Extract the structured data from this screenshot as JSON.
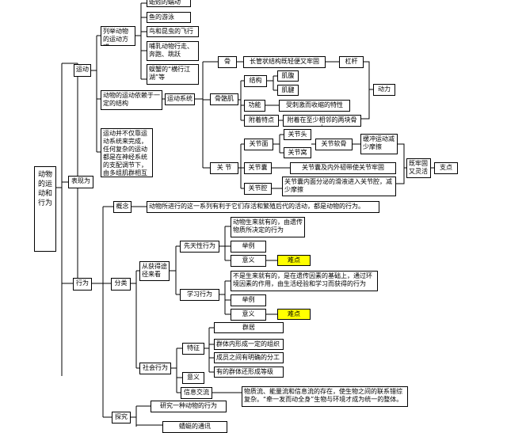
{
  "root": "动物的运动和行为",
  "expressed_as": "表现为",
  "motion": {
    "label": "运动",
    "examples_group": "列举动物的运动方式",
    "examples": [
      "蚯蚓的蠕动",
      "鱼的游泳",
      "鸟和昆虫的飞行",
      "哺乳动物行走、奔跑、跳跃",
      "蜈蟹的“横行江湖”等"
    ],
    "system_group": "动物的运动依赖于一定的结构",
    "system": "运动系统",
    "note": "运动并不仅靠运动系统来完成，任何复杂的运动都是在神经系统的支配调节下，由多组肌群相互配合、共同完成。",
    "bone": "骨",
    "bone_desc": "长管状结构既轻便又牢固",
    "lever": "杠杆",
    "power": "动力",
    "muscle": "骨骼肌",
    "structure": "结构",
    "belly": "肌腹",
    "tendon": "肌腱",
    "function": "功能",
    "function_desc": "受刺激而收缩的特性",
    "attach": "附着特点",
    "attach_desc": "附着在至少相邻的两块骨上",
    "joint": "关  节",
    "joint_surface": "关节面",
    "joint_head": "关节头",
    "joint_socket": "关节窝",
    "cartilage": "关节软骨",
    "cartilage_desc": "缓冲运动减少摩擦",
    "capsule": "关节囊",
    "capsule_desc": "关节囊及内外韧带使关节牢固",
    "cavity": "关节腔",
    "cavity_desc": "关节囊内面分泌的滑液进入关节腔，减少摩擦",
    "firm_flexible": "既牢固又灵活",
    "fulcrum": "支点"
  },
  "behavior": {
    "label": "行为",
    "concept": "概念",
    "concept_desc": "动物所进行的这一系列有利于它们存活和繁殖后代的活动，都是动物的行为。",
    "classify": "分类",
    "origin": "从获得途径来看",
    "innate": "先天性行为",
    "innate_desc": "动物生来就有的，由遗传物质所决定的行为",
    "learned": "学习行为",
    "learned_desc": "不是生来就有的，是在遗传因素的基础上，通过环境因素的作用，由生活经验和学习而获得的行为",
    "example": "举例",
    "meaning": "意义",
    "difficulty": "难点",
    "social": "社会行为",
    "feature": "特征",
    "features": [
      "群居",
      "群体内形成一定的组织",
      "成员之间有明确的分工",
      "有的群体还形成等级"
    ],
    "significance": "意义",
    "info": "信息交流",
    "info_desc": "物质流、能量流和信息流的存在，使生物之间的联系错综复杂。“牵一发而动全身”生物与环境才成为统一的整体。",
    "explore": "探究",
    "explore_desc": "研究一种动物的行为",
    "cutoff": "蜻蜓的通讯"
  }
}
